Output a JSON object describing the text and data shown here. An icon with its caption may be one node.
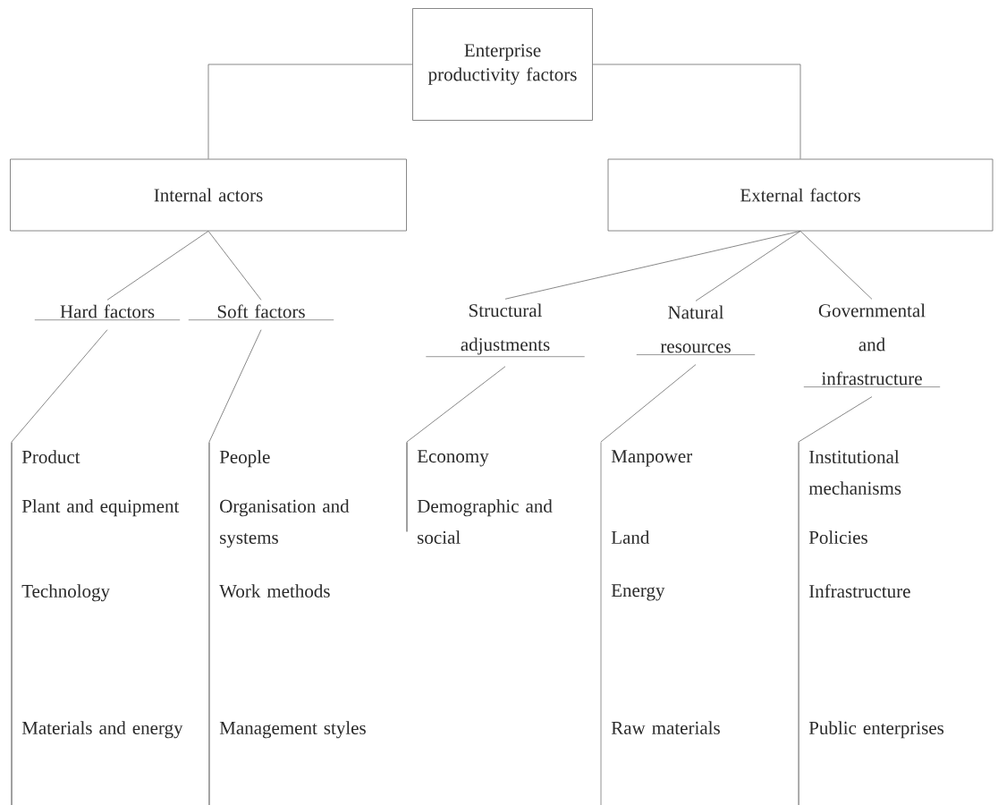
{
  "diagram": {
    "nodes": [
      {
        "text": [
          "Enterprise productivity factors"
        ]
      },
      {
        "text": [
          "Internal actors"
        ]
      },
      {
        "text": [
          "External factors"
        ]
      },
      {
        "text": [
          "Hard factors"
        ]
      },
      {
        "text": [
          "Soft factors"
        ]
      },
      {
        "text": [
          "Structural adjustments"
        ]
      },
      {
        "text": [
          "Natural resources"
        ]
      },
      {
        "text": [
          "Governmental and infrastructure"
        ]
      },
      {
        "text": [],
        "shape": "bar"
      },
      {
        "text": [],
        "shape": "bar"
      },
      {
        "text": [],
        "shape": "bar"
      },
      {
        "text": [],
        "shape": "bar"
      },
      {
        "text": [],
        "shape": "bar"
      }
    ],
    "edges": [
      {
        "from": 0,
        "to": 1,
        "arrow": "none"
      },
      {
        "from": 0,
        "to": 2,
        "arrow": "none"
      },
      {
        "from": 1,
        "to": 3,
        "arrow": "none"
      },
      {
        "from": 1,
        "to": 4,
        "arrow": "none"
      },
      {
        "from": 2,
        "to": 5,
        "arrow": "none"
      },
      {
        "from": 2,
        "to": 6,
        "arrow": "none"
      },
      {
        "from": 2,
        "to": 7,
        "arrow": "none"
      },
      {
        "from": 3,
        "to": 8,
        "arrow": "none"
      },
      {
        "from": 4,
        "to": 9,
        "arrow": "none"
      },
      {
        "from": 5,
        "to": 10,
        "arrow": "none"
      },
      {
        "from": 6,
        "to": 11,
        "arrow": "none"
      },
      {
        "from": 7,
        "to": 12,
        "arrow": "none"
      }
    ],
    "labels": [
      "Product",
      "People",
      "Economy",
      "Manpower",
      "Institutional mechanisms",
      "Plant and equipment",
      "Organisation and systems",
      "Demographic and social",
      "Land",
      "Policies",
      "Technology",
      "Work methods",
      "Energy",
      "Infrastructure",
      "Materials and energy",
      "Management styles",
      "Raw materials",
      "Public enterprises"
    ]
  }
}
